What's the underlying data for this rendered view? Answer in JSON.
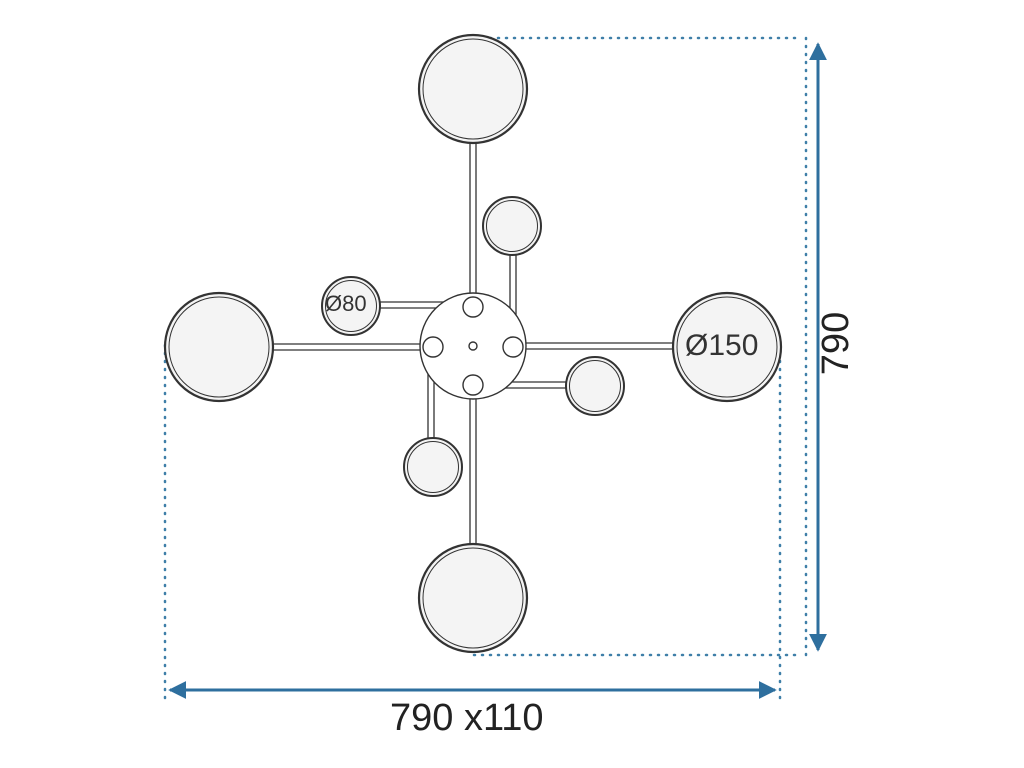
{
  "diagram": {
    "labels": {
      "width_dimension": "790 x110",
      "height_dimension": "790",
      "large_shade_diameter": "Ø150",
      "small_shade_diameter": "Ø80"
    },
    "colors": {
      "dimension_arrow": "#2e6f9e",
      "guide_dots": "#3f7fa8",
      "outline": "#333333",
      "shade_fill": "#f4f4f4",
      "background": "#ffffff"
    }
  }
}
